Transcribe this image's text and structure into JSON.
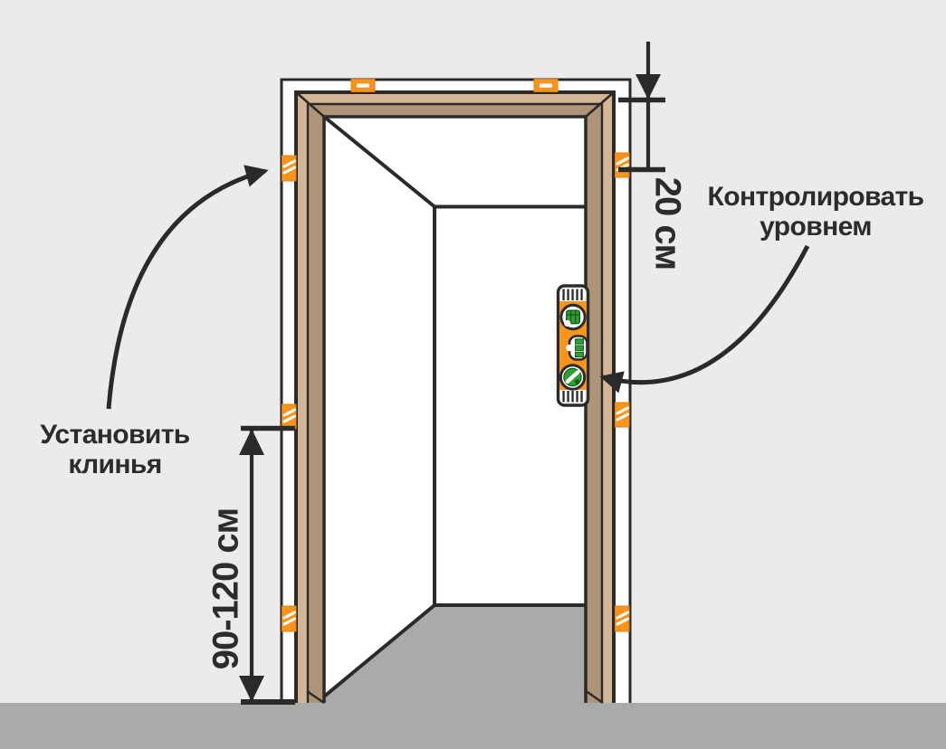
{
  "diagram_title": "door-frame-installation-diagram",
  "labels": {
    "install_wedges": {
      "line1": "Установить",
      "line2": "клинья"
    },
    "control_with_level": {
      "line1": "Контролировать",
      "line2": "уровнем"
    }
  },
  "dimensions": {
    "top_wedge_offset": "20 см",
    "side_wedge_spacing": "90-120 см"
  },
  "icons": {
    "spirit_level": "spirit-level-icon",
    "wedge": "wedge-icon",
    "curved_arrow": "curved-arrow-icon",
    "dimension_arrow": "dimension-arrow-icon"
  },
  "counts": {
    "wedges_visible": 8,
    "level_vials": 3
  },
  "colors": {
    "background": "#eaebea",
    "floor_gray": "#a9aaaa",
    "opening_white": "#ffffff",
    "frame_light_wood": "#d4b696",
    "frame_dark_wood": "#ae9479",
    "wedge_orange": "#f7941e",
    "level_green": "#2f9e33",
    "outline_black": "#2b2a28",
    "text": "#2d2c2b"
  }
}
